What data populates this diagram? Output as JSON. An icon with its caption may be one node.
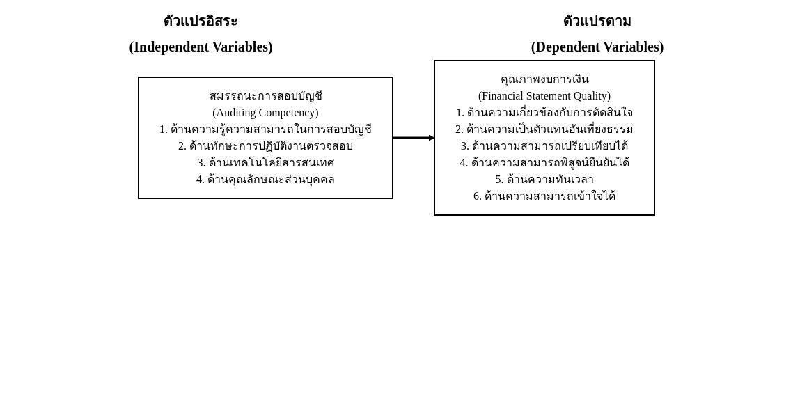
{
  "diagram": {
    "nodes": [
      {
        "text": [
          "สมรรถนะการสอบบัญชี",
          "(Auditing Competency)",
          "1. ด้านความรู้ความสามารถในการสอบบัญชี",
          "2. ด้านทักษะการปฏิบัติงานตรวจสอบ",
          "3. ด้านเทคโนโลยีสารสนเทศ",
          "4. ด้านคุณลักษณะส่วนบุคคล"
        ]
      },
      {
        "text": [
          "คุณภาพงบการเงิน",
          "(Financial Statement Quality)",
          "1. ด้านความเกี่ยวข้องกับการตัดสินใจ",
          "2. ด้านความเป็นตัวแทนอันเที่ยงธรรม",
          "3. ด้านความสามารถเปรียบเทียบได้",
          "4. ด้านความสามารถพิสูจน์ยืนยันได้",
          "5. ด้านความทันเวลา",
          "6. ด้านความสามารถเข้าใจได้"
        ]
      }
    ],
    "edges": [
      {
        "from": 0,
        "to": 1,
        "arrow": "to"
      }
    ],
    "labels": [
      "ตัวแปรอิสระ",
      "ตัวแปรตาม",
      "(Independent Variables)",
      "(Dependent Variables)"
    ]
  }
}
